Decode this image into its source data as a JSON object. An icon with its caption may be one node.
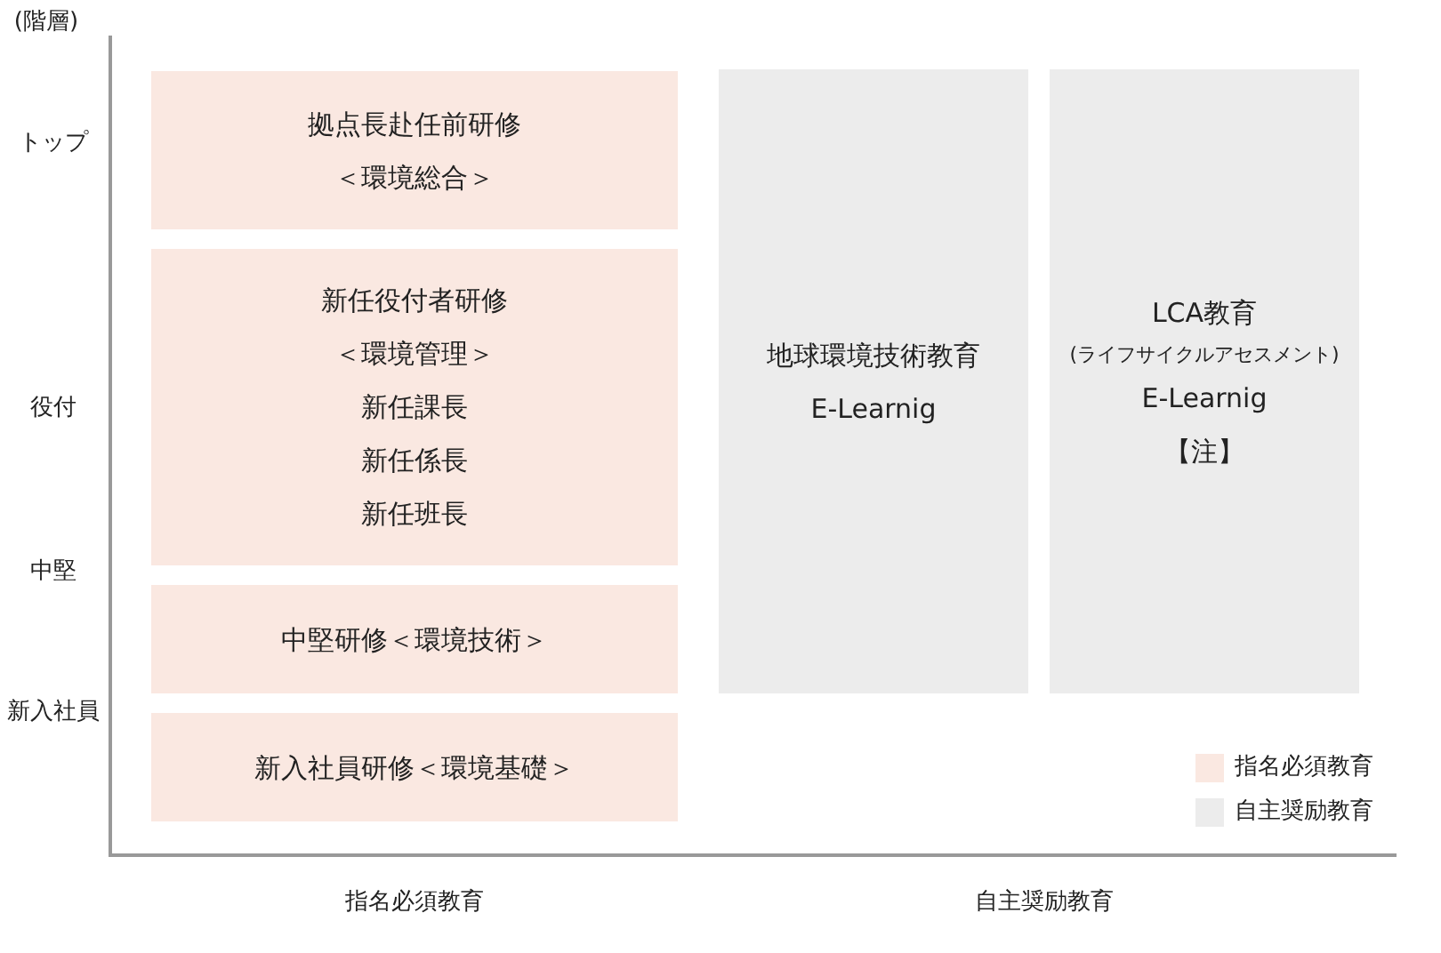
{
  "diagram": {
    "nodes": [
      {
        "text": [
          "拠点長赴任前研修",
          "＜環境総合＞"
        ]
      },
      {
        "text": [
          "新任役付者研修",
          "＜環境管理＞",
          "新任課長",
          "新任係長",
          "新任班長"
        ]
      },
      {
        "text": [
          "中堅研修＜環境技術＞"
        ]
      },
      {
        "text": [
          "新入社員研修＜環境基礎＞"
        ]
      },
      {
        "text": [
          "地球環境技術教育",
          "E-Learnig"
        ]
      },
      {
        "text": [
          "LCA教育",
          "(ライフサイクルアセスメント)",
          "E-Learnig",
          "【注】"
        ]
      }
    ],
    "labels": [
      "(階層)",
      "トップ",
      "役付",
      "中堅",
      "新入社員",
      "指名必須教育",
      "自主奨励教育"
    ],
    "legend": [
      {
        "text": "指名必須教育",
        "color": "#fae8e1"
      },
      {
        "text": "自主奨励教育",
        "color": "#ececec"
      }
    ]
  }
}
